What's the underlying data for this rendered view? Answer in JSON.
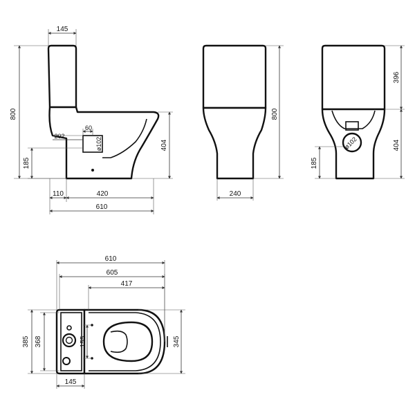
{
  "side_view": {
    "tank_width": "145",
    "total_height": "800",
    "outlet_offset": "60",
    "outlet_height_top": "202",
    "outlet_diameter": "ø102",
    "bowl_height": "404",
    "outlet_height": "185",
    "rear_offset": "110",
    "outlet_to_front": "420",
    "total_length": "610"
  },
  "front_view": {
    "total_height": "800",
    "base_width": "240"
  },
  "back_view": {
    "tank_height": "396",
    "bowl_height": "404",
    "outlet_height": "185",
    "outlet_diameter": "ø102"
  },
  "top_view": {
    "total_length": "610",
    "length_2": "605",
    "bowl_length": "417",
    "outer_width": "385",
    "inner_width": "368",
    "hole_spacing": "155",
    "bowl_width": "345",
    "tank_depth": "145"
  }
}
